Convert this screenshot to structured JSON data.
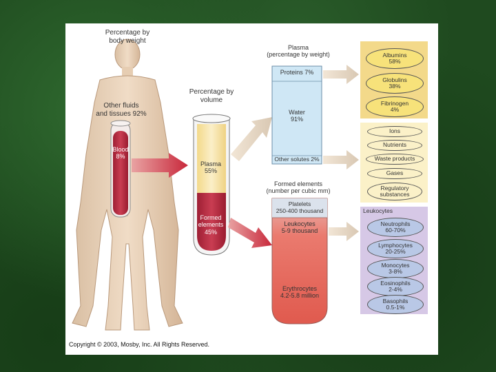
{
  "body_section": {
    "title_line1": "Percentage by",
    "title_line2": "body weight",
    "other_label1": "Other fluids",
    "other_label2": "and tissues 92%",
    "blood_label1": "Blood",
    "blood_label2": "8%"
  },
  "tube_section": {
    "title_line1": "Percentage by",
    "title_line2": "volume",
    "plasma_label1": "Plasma",
    "plasma_label2": "55%",
    "formed_label1": "Formed",
    "formed_label2": "elements",
    "formed_label3": "45%"
  },
  "plasma_box": {
    "title_line1": "Plasma",
    "title_line2": "(percentage by weight)",
    "proteins": "Proteins 7%",
    "water_line1": "Water",
    "water_line2": "91%",
    "other_solutes": "Other solutes 2%"
  },
  "formed_box": {
    "title_line1": "Formed elements",
    "title_line2": "(number per cubic mm)",
    "platelets_line1": "Platelets",
    "platelets_line2": "250-400 thousand",
    "leukocytes_line1": "Leukocytes",
    "leukocytes_line2": "5-9 thousand",
    "erythrocytes_line1": "Erythrocytes",
    "erythrocytes_line2": "4.2-5.8 million"
  },
  "proteins_list": [
    {
      "l1": "Albumins",
      "l2": "58%"
    },
    {
      "l1": "Globulins",
      "l2": "38%"
    },
    {
      "l1": "Fibrinogen",
      "l2": "4%"
    }
  ],
  "solutes_list": [
    {
      "l1": "Ions",
      "l2": ""
    },
    {
      "l1": "Nutrients",
      "l2": ""
    },
    {
      "l1": "Waste products",
      "l2": ""
    },
    {
      "l1": "Gases",
      "l2": ""
    },
    {
      "l1": "Regulatory",
      "l2": "substances"
    }
  ],
  "leukocytes_panel": {
    "title": "Leukocytes",
    "items": [
      {
        "l1": "Neutrophils",
        "l2": "60-70%"
      },
      {
        "l1": "Lymphocytes",
        "l2": "20-25%"
      },
      {
        "l1": "Monocytes",
        "l2": "3-8%"
      },
      {
        "l1": "Eosinophils",
        "l2": "2-4%"
      },
      {
        "l1": "Basophils",
        "l2": "0.5-1%"
      }
    ]
  },
  "copyright": "Copyright © 2003, Mosby, Inc. All Rights Reserved.",
  "colors": {
    "background_green": "#1f4a1f",
    "plasma_yellow": "#f8e6a8",
    "blood_red": "#b8263d",
    "water_blue": "#cfe7f5",
    "formed_red": "#e8645a",
    "protein_panel": "#f3d98a",
    "solute_panel": "#fbf1c8",
    "leuko_panel": "#d6c8e6"
  }
}
